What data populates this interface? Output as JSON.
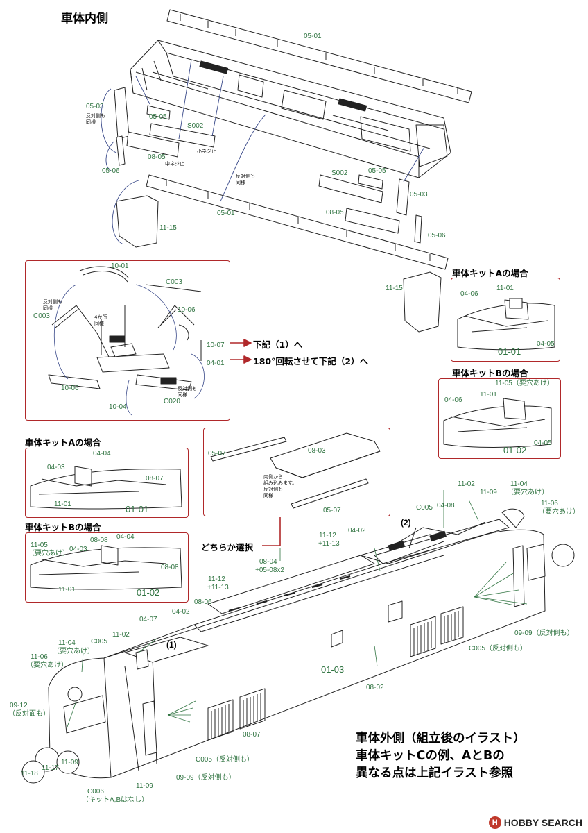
{
  "headings": {
    "inside": "車体内側",
    "kit_a_1": "車体キットAの場合",
    "kit_b_1": "車体キットBの場合",
    "kit_a_2": "車体キットAの場合",
    "kit_b_2": "車体キットBの場合",
    "choose": "どちらか選択",
    "outside_1": "車体外側（組立後のイラスト）",
    "outside_2": "車体キットCの例、AとBの",
    "outside_3": "異なる点は上記イラスト参照"
  },
  "arrows": {
    "to_1": "下記（1）へ",
    "to_2": "180°回転させて下記（2）へ"
  },
  "markers": {
    "m1": "(1)",
    "m2": "(2)"
  },
  "notes": {
    "opp_same_1": "反対側も\n同様",
    "opp_same_2": "反対側も\n同様",
    "opp_same_3": "反対側も\n同様",
    "opp_same_4": "反対側も\n同様",
    "four_places": "4か所\n同様",
    "center_screw": "中ネジ止",
    "small_screw": "小ネジ止",
    "inner_assembly": "内側から\n組み込みます。\n反対側も\n同様"
  },
  "parts": {
    "p0501a": "05-01",
    "p0501b": "05-01",
    "p0503a": "05-03",
    "p0503b": "05-03",
    "p0505a": "05-05",
    "p0505b": "05-05",
    "p0506a": "05-06",
    "p0506b": "05-06",
    "s002a": "S002",
    "s002b": "S002",
    "p0805a": "08-05",
    "p0805b": "08-05",
    "p1115a": "11-15",
    "p1115b": "11-15",
    "p1001": "10-01",
    "c003a": "C003",
    "c003b": "C003",
    "p1006a": "10-06",
    "p1006b": "10-06",
    "p1007": "10-07",
    "p0401": "04-01",
    "p1004": "10-04",
    "c020": "C020",
    "r_a_0406": "04-06",
    "r_a_1101": "11-01",
    "r_a_0405": "04-05",
    "r_a_0101": "01-01",
    "r_b_1105": "11-05（要穴あけ）",
    "r_b_0406": "04-06",
    "r_b_1101": "11-01",
    "r_b_0405": "04-05",
    "r_b_0102": "01-02",
    "l_a_0404": "04-04",
    "l_a_0403": "04-03",
    "l_a_0807": "08-07",
    "l_a_1101": "11-01",
    "l_a_0101": "01-01",
    "l_b_1105": "11-05",
    "l_b_1105n": "（要穴あけ）",
    "l_b_0808a": "08-08",
    "l_b_0404": "04-04",
    "l_b_0403": "04-03",
    "l_b_0808b": "08-08",
    "l_b_1101": "11-01",
    "l_b_0102": "01-02",
    "c_0507a": "05-07",
    "c_0803": "08-03",
    "c_0507b": "05-07",
    "o_0804": "08-04",
    "o_0804b": "+05-08x2",
    "o_1112a": "11-12",
    "o_1113a": "+11-13",
    "o_0402a": "04-02",
    "o_1112b": "11-12",
    "o_1113b": "+11-13",
    "o_0806": "08-06",
    "o_0402b": "04-02",
    "o_0407": "04-07",
    "o_c005a": "C005",
    "o_0408": "04-08",
    "o_1102a": "11-02",
    "o_1109a": "11-09",
    "o_1104a": "11-04",
    "o_1104an": "（要穴あけ）",
    "o_1106a": "11-06",
    "o_1106an": "（要穴あけ）",
    "o_1104b": "11-04",
    "o_1104bn": "（要穴あけ）",
    "o_c005b": "C005",
    "o_1102b": "11-02",
    "o_1106b": "11-06",
    "o_1106bn": "（要穴あけ）",
    "o_0103": "01-03",
    "o_0802": "08-02",
    "o_c005c": "C005（反対側も）",
    "o_0909a": "09-09（反対側も）",
    "o_0807": "08-07",
    "o_0912": "09-12",
    "o_0912n": "（反対面も）",
    "o_1109b": "11-09",
    "o_1117": "11-17",
    "o_1118": "11-18",
    "o_c005d": "C005（反対側も）",
    "o_0909b": "09-09（反対側も）",
    "o_1109c": "11-09",
    "o_c006": "C006",
    "o_c006n": "（キットA,Bはなし）"
  },
  "colors": {
    "frame": "#b0282a",
    "label": "#2f7340",
    "line": "#222222",
    "lead": "#3a4a8a"
  },
  "watermark": "HOBBY SEARCH"
}
